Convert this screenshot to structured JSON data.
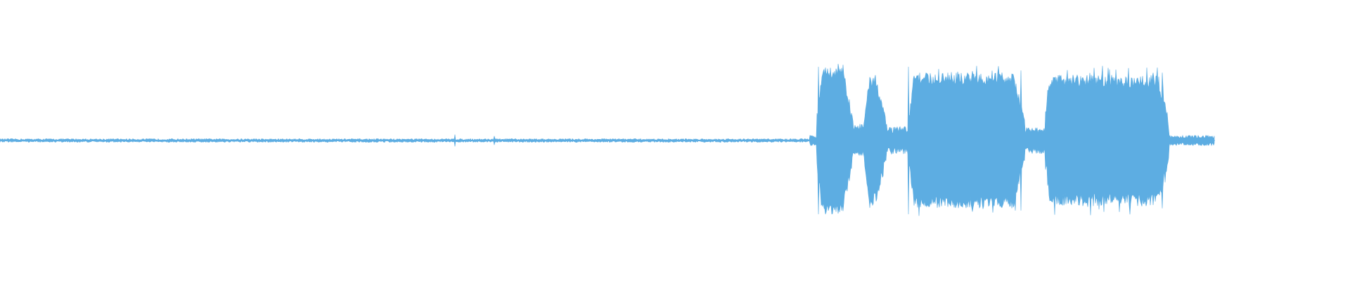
{
  "waveform": {
    "color": "#5dade2",
    "duration_fraction": 0.9,
    "amplitude_profile": [
      {
        "start": 0.0,
        "end": 0.6,
        "level": 0.015,
        "jitter": 0.01
      },
      {
        "start": 0.6,
        "end": 0.605,
        "level": 0.05,
        "jitter": 0.02
      },
      {
        "start": 0.605,
        "end": 0.632,
        "level": 0.92,
        "jitter": 0.08
      },
      {
        "start": 0.632,
        "end": 0.64,
        "level": 0.18,
        "jitter": 0.05
      },
      {
        "start": 0.64,
        "end": 0.657,
        "level": 0.78,
        "jitter": 0.08
      },
      {
        "start": 0.657,
        "end": 0.673,
        "level": 0.14,
        "jitter": 0.05
      },
      {
        "start": 0.673,
        "end": 0.759,
        "level": 0.84,
        "jitter": 0.08
      },
      {
        "start": 0.759,
        "end": 0.774,
        "level": 0.14,
        "jitter": 0.04
      },
      {
        "start": 0.774,
        "end": 0.866,
        "level": 0.8,
        "jitter": 0.09
      },
      {
        "start": 0.866,
        "end": 0.9,
        "level": 0.05,
        "jitter": 0.02
      }
    ],
    "spikes": [
      {
        "x": 0.337,
        "amp": 0.08
      },
      {
        "x": 0.366,
        "amp": 0.06
      },
      {
        "x": 0.606,
        "amp": 1.0
      },
      {
        "x": 0.673,
        "amp": 1.0
      },
      {
        "x": 0.756,
        "amp": 0.95
      },
      {
        "x": 0.861,
        "amp": 0.92
      }
    ]
  }
}
